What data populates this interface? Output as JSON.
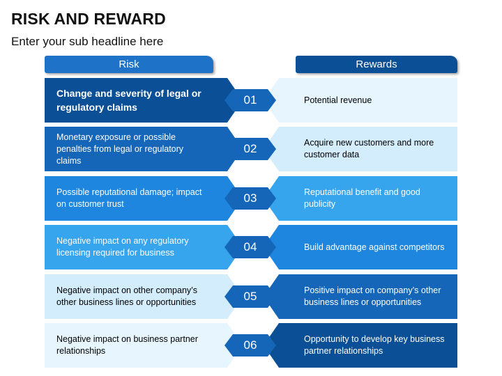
{
  "title": "RISK AND REWARD",
  "subtitle": "Enter your sub headline here",
  "headers": {
    "risk": "Risk",
    "reward": "Rewards"
  },
  "rows": [
    {
      "num": "01",
      "risk": "Change and severity of legal or regulatory claims",
      "reward": "Potential revenue"
    },
    {
      "num": "02",
      "risk": "Monetary exposure or possible penalties from legal or regulatory claims",
      "reward": "Acquire new customers and more customer data"
    },
    {
      "num": "03",
      "risk": "Possible reputational damage; impact on customer trust",
      "reward": "Reputational benefit and good publicity"
    },
    {
      "num": "04",
      "risk": "Negative impact on any regulatory licensing required for  business",
      "reward": "Build advantage against competitors"
    },
    {
      "num": "05",
      "risk": "Negative impact on other company’s other business lines or opportunities",
      "reward": "Positive impact on company’s other business lines or opportunities"
    },
    {
      "num": "06",
      "risk": "Negative impact on business partner relationships",
      "reward": "Opportunity to develop key business partner relationships"
    }
  ],
  "colors": {
    "risk_fill": [
      "#0b4f96",
      "#1566b8",
      "#1e86de",
      "#37a4ee",
      "#d3edfc",
      "#e6f5fe"
    ],
    "risk_text": [
      "#ffffff",
      "#ffffff",
      "#ffffff",
      "#ffffff",
      "#000000",
      "#000000"
    ],
    "reward_fill": [
      "#e6f5fe",
      "#d3edfc",
      "#37a4ee",
      "#1e86de",
      "#1566b8",
      "#0b4f96"
    ],
    "reward_text": [
      "#000000",
      "#000000",
      "#ffffff",
      "#ffffff",
      "#ffffff",
      "#ffffff"
    ],
    "num_fill": "#1566b8",
    "header_risk": "#1e73c8",
    "header_reward": "#0b4f96"
  }
}
